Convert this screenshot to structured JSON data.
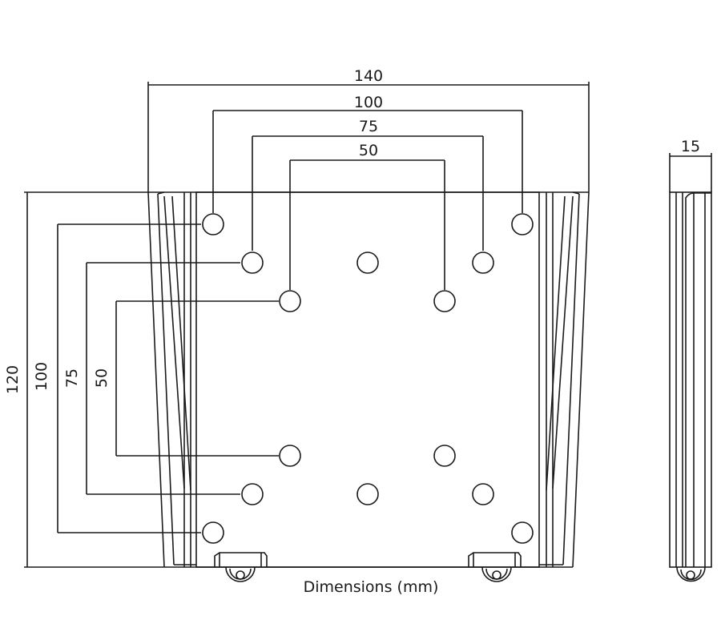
{
  "labels": {
    "width_140": "140",
    "width_100": "100",
    "width_75": "75",
    "width_50": "50",
    "height_120": "120",
    "height_100": "100",
    "height_75": "75",
    "height_50": "50",
    "depth_15": "15",
    "caption": "Dimensions (mm)"
  }
}
